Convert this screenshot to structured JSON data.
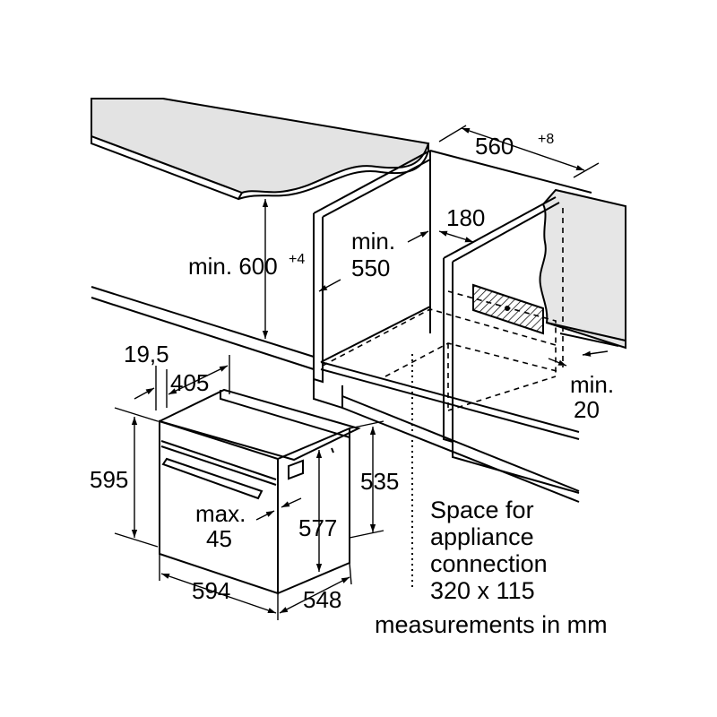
{
  "dimensions": {
    "niche_width": "560",
    "niche_width_tol": "+8",
    "rear_gap": "180",
    "niche_height_prefix": "min. 600",
    "niche_height_tol": "+4",
    "niche_depth_line1": "min.",
    "niche_depth_line2": "550",
    "floor_gap_line1": "min.",
    "floor_gap_line2": "20",
    "panel_thickness": "19,5",
    "door_height_offset": "405",
    "oven_height": "595",
    "handle_depth_line1": "max.",
    "handle_depth_line2": "45",
    "body_height": "577",
    "side_height": "535",
    "oven_width": "594",
    "oven_depth": "548"
  },
  "notes": {
    "connection_line1": "Space for",
    "connection_line2": "appliance",
    "connection_line3": "connection",
    "connection_line4": "320 x 115",
    "units": "measurements in mm"
  }
}
